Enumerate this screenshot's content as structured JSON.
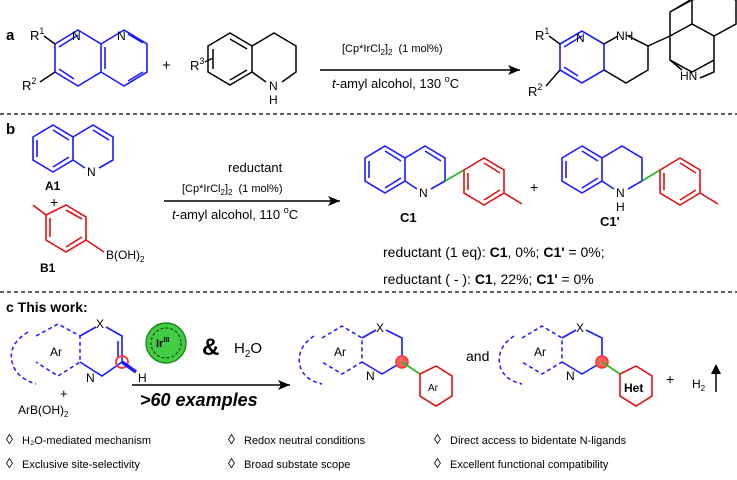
{
  "colors": {
    "blue": "#1a1aff",
    "red": "#e01010",
    "green": "#22bb22",
    "black": "#000000",
    "diamond": "#d040d0",
    "ring": "#ff3030",
    "ball_green": "#44cc44"
  },
  "panel_a": {
    "label": "a",
    "r1": "R",
    "r1_sup": "1",
    "r2": "R",
    "r2_sup": "2",
    "r3": "R",
    "r3_sup": "3",
    "plus": "+",
    "nh": "N",
    "h": "H",
    "catalyst": "[Cp*IrCl",
    "catalyst_sub": "2",
    "catalyst_tail": "]",
    "catalyst_sub2": "2",
    "catalyst_load": "(1 mol%)",
    "solvent_italic": "t",
    "solvent": "-amyl alcohol, 130 ",
    "degree": "o",
    "celsius": "C",
    "product_nh": "NH",
    "product_hn": "HN",
    "product_h": "H"
  },
  "panel_b": {
    "label": "b",
    "a1": "A1",
    "b1": "B1",
    "plus": "+",
    "boronic": "B(OH)",
    "boronic_sub": "2",
    "reductant": "reductant",
    "catalyst": "[Cp*IrCl",
    "catalyst_sub": "2",
    "catalyst_tail": "]",
    "catalyst_sub2": "2",
    "catalyst_load": "(1 mol%)",
    "solvent_italic": "t",
    "solvent": "-amyl alcohol, 110 ",
    "degree": "o",
    "celsius": "C",
    "c1": "C1",
    "c1p": "C1'",
    "product_plus": "+",
    "product_nh": "N",
    "product_h": "H",
    "result1_pre": "reductant (1 eq): ",
    "result1_c1": "C1",
    "result1_mid": ", 0%; ",
    "result1_c1p": "C1'",
    "result1_post": " = 0%;",
    "result2_pre": "reductant  ( - ): ",
    "result2_c1": "C1",
    "result2_mid": ", 22%; ",
    "result2_c1p": "C1'",
    "result2_post": " = 0%"
  },
  "panel_c": {
    "title": "c This work:",
    "ar": "Ar",
    "x": "X",
    "h": "H",
    "plus": "+",
    "boronic": "ArB(OH)",
    "boronic_sub": "2",
    "ir": "Ir",
    "ir_sup": "III",
    "amp": "&",
    "water": "H",
    "water_sub": "2",
    "water_tail": "O",
    "examples": ">60 examples",
    "prod_ar": "Ar",
    "prod_x": "X",
    "prod_n": "N",
    "prod_ar_sub": "Ar",
    "and": "and",
    "het": "Het",
    "h2": "H",
    "h2_sub": "2",
    "features": [
      "H₂O-mediated mechanism",
      "Exclusive site-selectivity",
      "Redox neutral conditions",
      "Broad substate scope",
      "Direct access to bidentate N-ligands",
      "Excellent functional compatibility"
    ],
    "diamond": "◊"
  }
}
